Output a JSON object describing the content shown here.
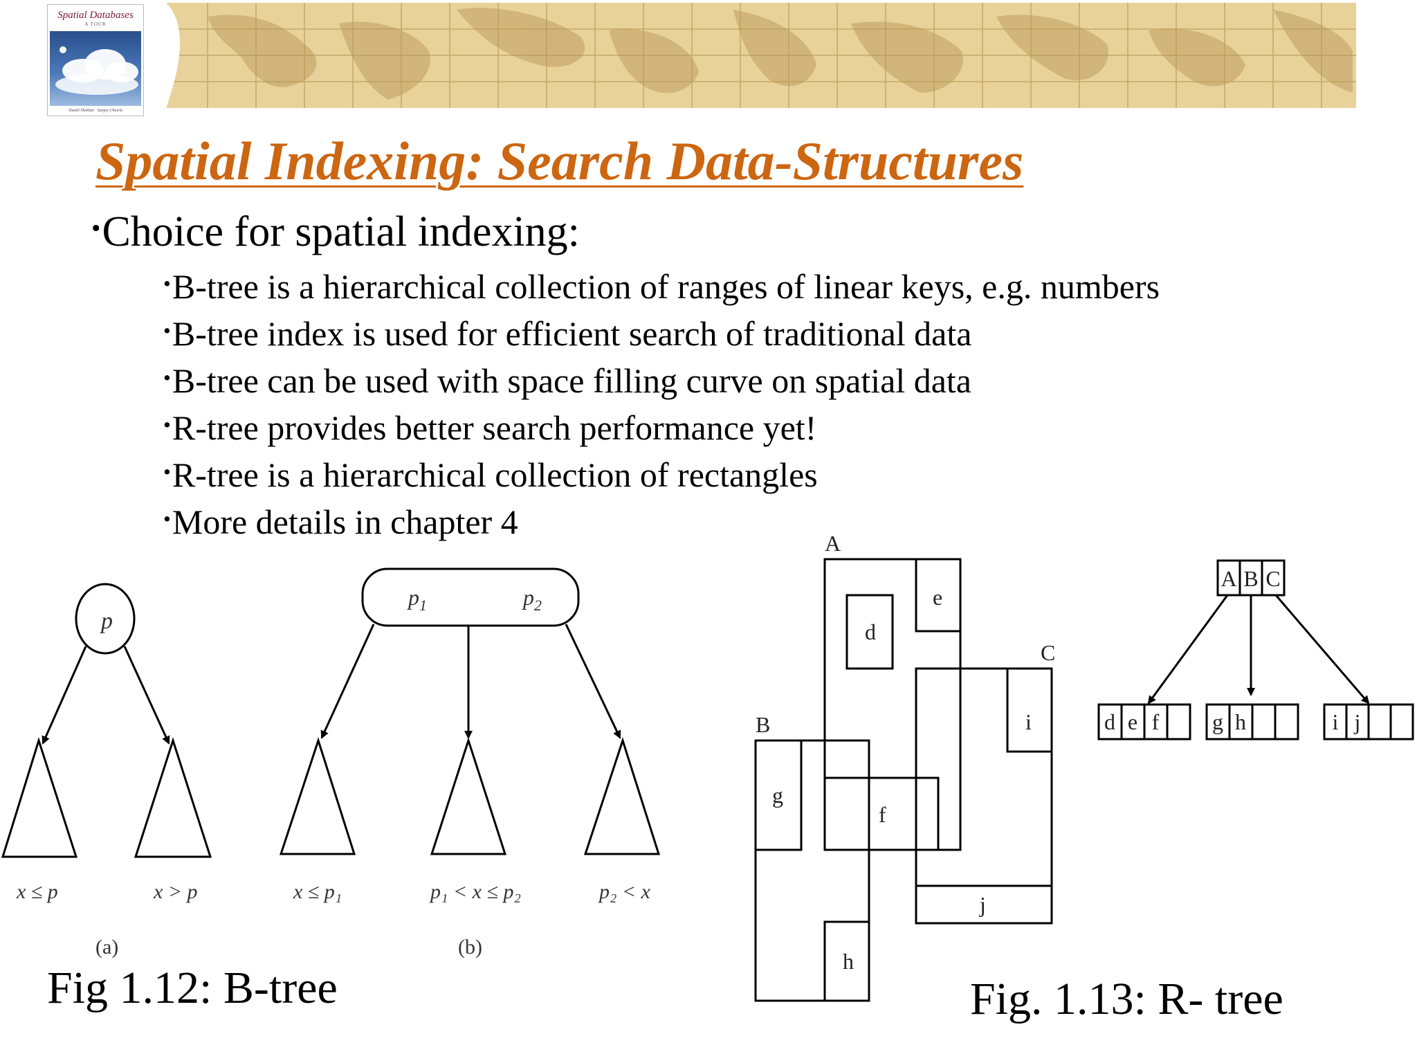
{
  "header": {
    "book_cover": {
      "title": "Spatial Databases",
      "subtitle": "A TOUR",
      "authors": "Shashi Shekhar · Sanjay Chawla"
    },
    "map_band_color": "#e8d29a",
    "map_land_color": "#cdb074"
  },
  "slide": {
    "title": "Spatial Indexing: Search Data-Structures",
    "title_color": "#cc6611",
    "bullet_marker": "•",
    "main_bullet": "Choice for spatial indexing:",
    "sub_bullets": [
      "B-tree is a hierarchical collection of ranges of linear keys, e.g. numbers",
      "B-tree index is used for efficient search of traditional data",
      "B-tree can be used with space filling curve on spatial data",
      "R-tree provides better search performance yet!",
      "R-tree is a hierarchical collection of rectangles",
      "More details in chapter 4"
    ]
  },
  "btree_figure": {
    "panel_a": {
      "node_label": "p",
      "left_leaf": "x ≤ p",
      "right_leaf": "x > p",
      "panel_label": "(a)"
    },
    "panel_b": {
      "keys": [
        "p",
        "p"
      ],
      "key_subscripts": [
        "1",
        "2"
      ],
      "leaf_1": "x ≤ p₁",
      "leaf_2": "p₁ < x ≤ p₂",
      "leaf_3": "p₂ < x",
      "panel_label": "(b)"
    },
    "caption": "Fig 1.12: B-tree"
  },
  "rtree_figure": {
    "region_labels": [
      "A",
      "B",
      "C"
    ],
    "rect_labels": [
      "d",
      "e",
      "f",
      "g",
      "h",
      "i",
      "j"
    ],
    "root_entries": [
      "A",
      "B",
      "C"
    ],
    "leaf_nodes": [
      [
        "d",
        "e",
        "f",
        ""
      ],
      [
        "g",
        "h",
        "",
        ""
      ],
      [
        "i",
        "j",
        "",
        ""
      ]
    ],
    "caption": "Fig. 1.13: R- tree"
  }
}
